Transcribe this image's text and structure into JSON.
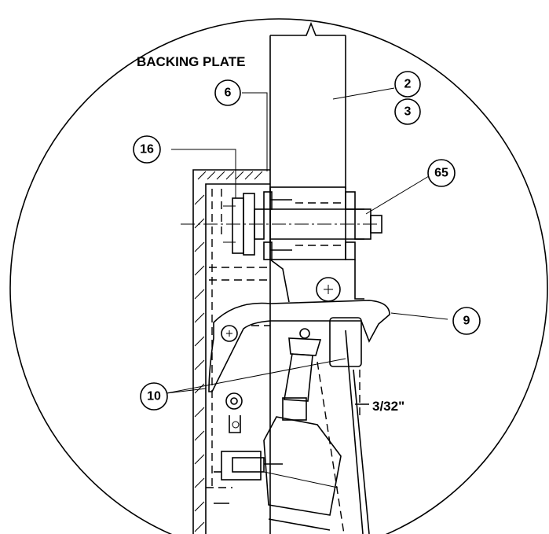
{
  "labels": {
    "backing_plate": "BACKING PLATE",
    "dimension": "3/32\""
  },
  "callouts": {
    "c2": "2",
    "c3": "3",
    "c6": "6",
    "c16": "16",
    "c65": "65",
    "c9": "9",
    "c10": "10"
  }
}
